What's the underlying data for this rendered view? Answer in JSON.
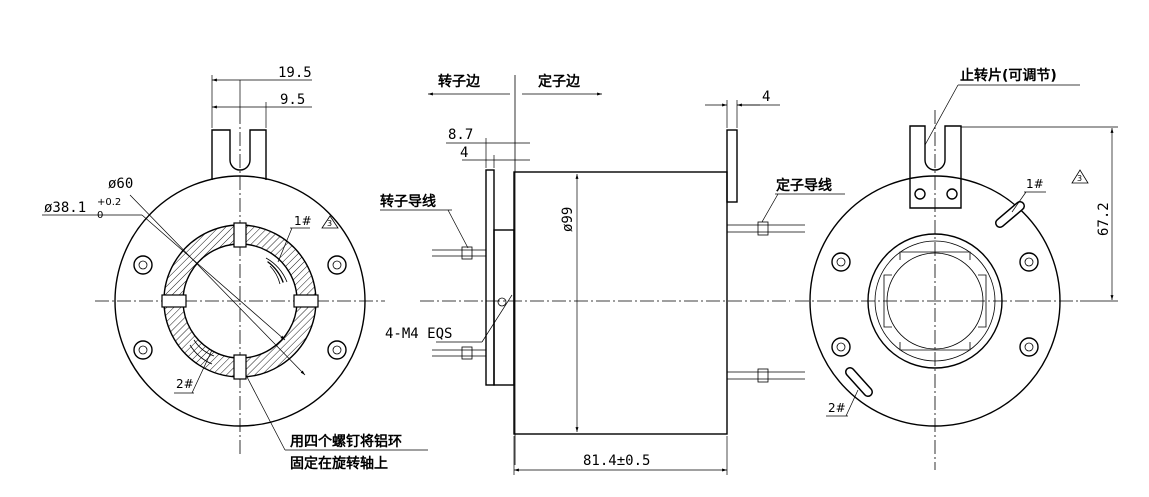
{
  "left_view": {
    "dim_19_5": "19.5",
    "dim_9_5": "9.5",
    "dia_60": "ø60",
    "dia_38": "ø38.1",
    "tol_upper": "+0.2",
    "tol_lower": "0",
    "mark_1": "1#",
    "mark_2": "2#",
    "triangle": "3",
    "note_line1": "用四个螺钉将铝环",
    "note_line2": "固定在旋转轴上"
  },
  "middle_view": {
    "rotor_side": "转子边",
    "stator_side": "定子边",
    "dim_4_top": "4",
    "dim_8_7": "8.7",
    "dim_4_small": "4",
    "rotor_leads": "转子导线",
    "stator_leads": "定子导线",
    "dia_99": "ø99",
    "screws": "4-M4 EQS",
    "length": "81.4±0.5"
  },
  "right_view": {
    "stop_tab": "止转片(可调节)",
    "dim_67_2": "67.2",
    "mark_1": "1#",
    "mark_2": "2#",
    "triangle": "3"
  }
}
